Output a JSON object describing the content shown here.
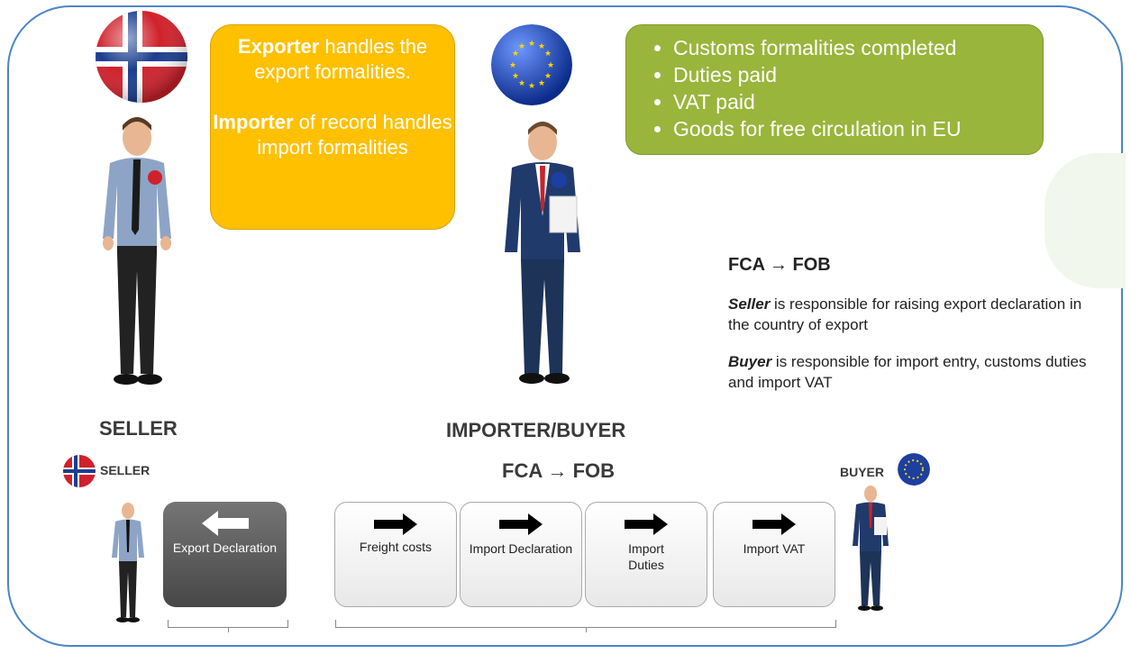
{
  "callout_yellow": {
    "line1_bold": "Exporter",
    "line1_rest": " handles the export formalities.",
    "line2_bold": "Importer",
    "line2_rest": " of record handles import formalities"
  },
  "callout_green": {
    "items": [
      "Customs formalities completed",
      "Duties paid",
      "VAT paid",
      "Goods for free circulation in EU"
    ]
  },
  "labels": {
    "seller_big": "SELLER",
    "importer_buyer": "IMPORTER/BUYER",
    "fca_fob_center": "FCA → FOB",
    "seller_small": "SELLER",
    "buyer_small": "BUYER"
  },
  "info": {
    "heading": "FCA → FOB",
    "seller_bold": "Seller",
    "seller_rest": " is responsible for raising export declaration in the country of export",
    "buyer_bold": "Buyer",
    "buyer_rest": " is responsible for import entry, customs duties and import VAT"
  },
  "steps": {
    "export": "Export Declaration",
    "freight": "Freight costs",
    "import_declaration": "Import Declaration",
    "import_duties": "Import Duties",
    "import_vat": "Import VAT"
  },
  "colors": {
    "frame": "#4a86c8",
    "callout_yellow": "#ffc000",
    "callout_green": "#9ab53b",
    "export_box": "#5a5a5a"
  },
  "icons": {
    "norway_flag": "norway-flag-icon",
    "eu_flag": "eu-flag-icon",
    "right_arrow": "arrow-right-icon",
    "left_arrow": "arrow-left-icon"
  }
}
